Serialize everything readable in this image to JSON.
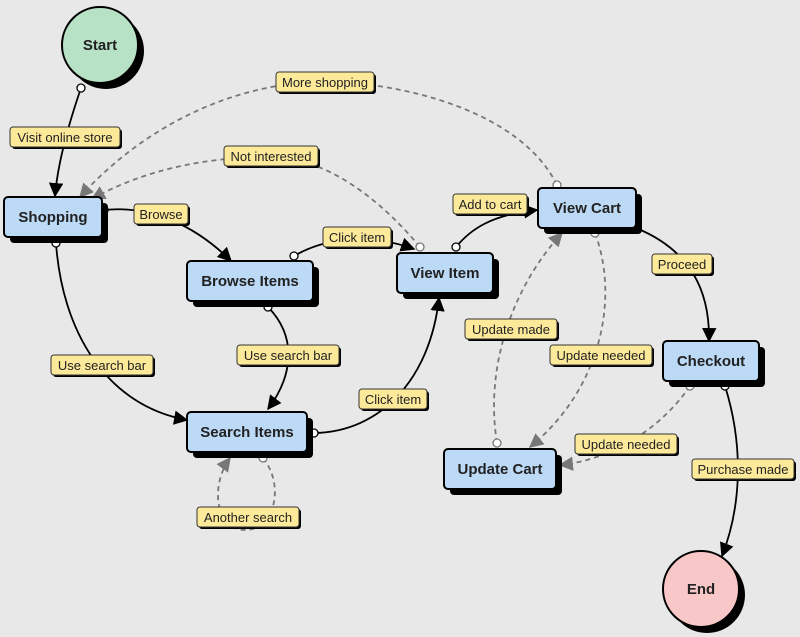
{
  "colors": {
    "background": "#e8e8e8",
    "process_node": "#bcd9f5",
    "start_node": "#b8e2c6",
    "end_node": "#f8c8c8",
    "edge_label": "#fde99a",
    "solid_edge": "#000000",
    "dashed_edge": "#777777"
  },
  "nodes": {
    "start": "Start",
    "shopping": "Shopping",
    "browse_items": "Browse Items",
    "search_items": "Search Items",
    "view_item": "View Item",
    "view_cart": "View Cart",
    "update_cart": "Update Cart",
    "checkout": "Checkout",
    "end": "End"
  },
  "edge_labels": {
    "visit_online_store": "Visit online store",
    "more_shopping": "More shopping",
    "not_interested": "Not interested",
    "browse": "Browse",
    "click_item_browse": "Click item",
    "use_search_bar_shopping": "Use search bar",
    "use_search_bar_browse": "Use search bar",
    "click_item_search": "Click item",
    "another_search": "Another search",
    "add_to_cart": "Add to cart",
    "update_made": "Update made",
    "update_needed_cart": "Update needed",
    "update_needed_checkout": "Update needed",
    "proceed": "Proceed",
    "purchase_made": "Purchase made"
  }
}
